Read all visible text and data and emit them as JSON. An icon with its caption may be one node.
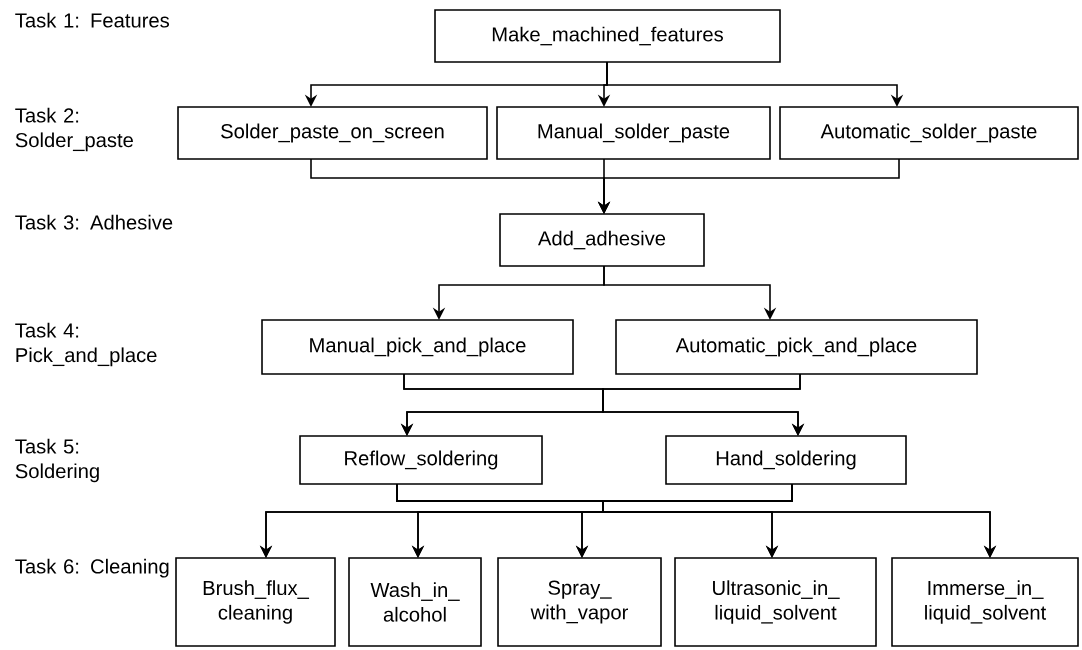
{
  "diagram": {
    "nodes": [
      {
        "text": [
          "Make_machined_features"
        ]
      },
      {
        "text": [
          "Solder_paste_on_screen"
        ]
      },
      {
        "text": [
          "Manual_solder_paste"
        ]
      },
      {
        "text": [
          "Automatic_solder_paste"
        ]
      },
      {
        "text": [
          "Add_adhesive"
        ]
      },
      {
        "text": [
          "Manual_pick_and_place"
        ]
      },
      {
        "text": [
          "Automatic_pick_and_place"
        ]
      },
      {
        "text": [
          "Reflow_soldering"
        ]
      },
      {
        "text": [
          "Hand_soldering"
        ]
      },
      {
        "text": [
          "Brush_flux_ cleaning"
        ]
      },
      {
        "text": [
          "Wash_in_ alcohol"
        ]
      },
      {
        "text": [
          "Spray_ with_vapor"
        ]
      },
      {
        "text": [
          "Ultrasonic_in_ liquid_solvent"
        ]
      },
      {
        "text": [
          "Immerse_in_ liquid_solvent"
        ]
      }
    ],
    "edges": [
      {
        "from": 0,
        "to": 1,
        "arrow": "to"
      },
      {
        "from": 0,
        "to": 2,
        "arrow": "to"
      },
      {
        "from": 0,
        "to": 3,
        "arrow": "to"
      },
      {
        "from": 1,
        "to": 4,
        "arrow": "to"
      },
      {
        "from": 2,
        "to": 4,
        "arrow": "to"
      },
      {
        "from": 3,
        "to": 4,
        "arrow": "to"
      },
      {
        "from": 4,
        "to": 5,
        "arrow": "to"
      },
      {
        "from": 4,
        "to": 6,
        "arrow": "to"
      },
      {
        "from": 5,
        "to": 7,
        "arrow": "to"
      },
      {
        "from": 5,
        "to": 8,
        "arrow": "to"
      },
      {
        "from": 6,
        "to": 7,
        "arrow": "to"
      },
      {
        "from": 6,
        "to": 8,
        "arrow": "to"
      },
      {
        "from": 7,
        "to": 9,
        "arrow": "to"
      },
      {
        "from": 7,
        "to": 10,
        "arrow": "to"
      },
      {
        "from": 7,
        "to": 11,
        "arrow": "to"
      },
      {
        "from": 7,
        "to": 12,
        "arrow": "to"
      },
      {
        "from": 7,
        "to": 13,
        "arrow": "to"
      },
      {
        "from": 8,
        "to": 9,
        "arrow": "to"
      },
      {
        "from": 8,
        "to": 10,
        "arrow": "to"
      },
      {
        "from": 8,
        "to": 11,
        "arrow": "to"
      },
      {
        "from": 8,
        "to": 12,
        "arrow": "to"
      },
      {
        "from": 8,
        "to": 13,
        "arrow": "to"
      }
    ],
    "labels": [
      "Task 1: Features",
      "Task 2: Solder_paste",
      "Task 3: Adhesive",
      "Task 4: Pick_and_place",
      "Task 5: Soldering",
      "Task 6: Cleaning"
    ]
  }
}
